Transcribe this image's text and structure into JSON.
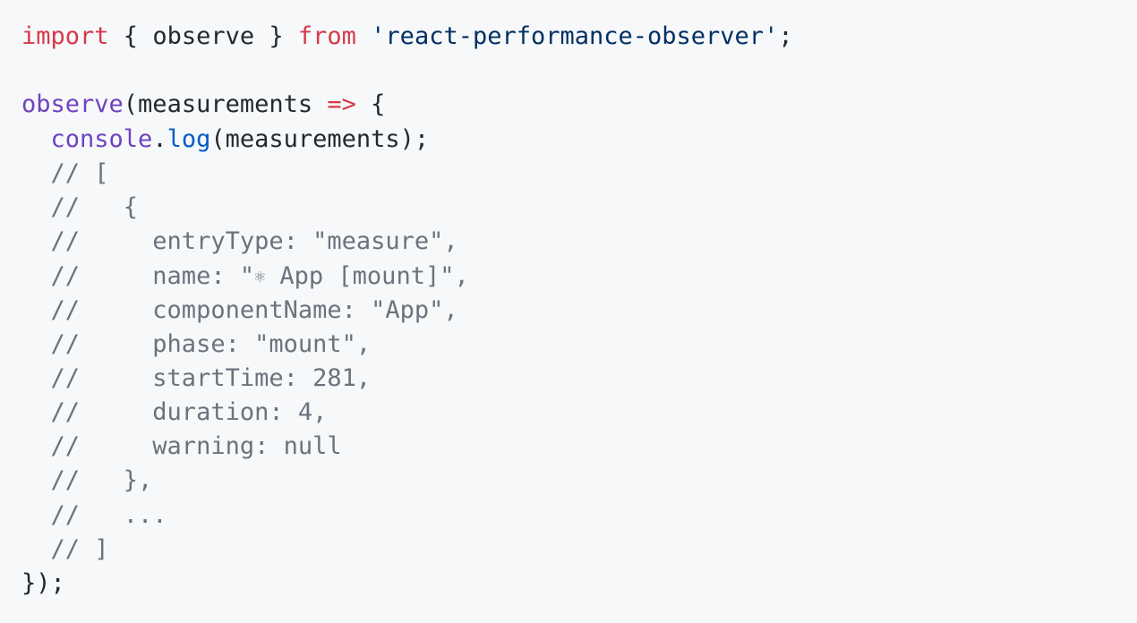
{
  "colors": {
    "background": "#f6f8fa",
    "keyword": "#d73a49",
    "string": "#032f62",
    "function": "#6f42c1",
    "builtin": "#005cc5",
    "comment": "#6a737d",
    "text": "#24292e"
  },
  "code": {
    "line1": {
      "kw_import": "import",
      "t_braces": " { observe } ",
      "kw_from": "from",
      "t_space": " ",
      "str_module": "'react-performance-observer'",
      "t_semi": ";"
    },
    "line3": {
      "fn_observe": "observe",
      "t_args": "(measurements ",
      "op_arrow": "=>",
      "t_brace": " {"
    },
    "line4": {
      "t_indent": "  ",
      "fn_console": "console",
      "t_dot": ".",
      "fn_log": "log",
      "t_call": "(measurements);"
    },
    "comments": {
      "c1": "  // [",
      "c2": "  //   {",
      "c3": "  //     entryType: \"measure\",",
      "c4_pre": "  //     name: \"",
      "c4_icon": "⚛",
      "c4_post": " App [mount]\",",
      "c5": "  //     componentName: \"App\",",
      "c6": "  //     phase: \"mount\",",
      "c7": "  //     startTime: 281,",
      "c8": "  //     duration: 4,",
      "c9": "  //     warning: null",
      "c10": "  //   },",
      "c11": "  //   ...",
      "c12": "  // ]"
    },
    "last_line": "});"
  }
}
